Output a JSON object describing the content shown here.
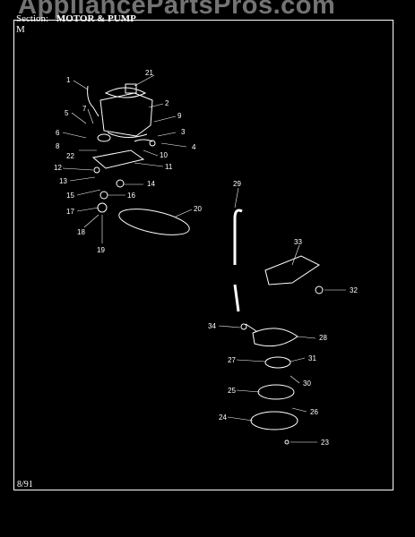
{
  "header": {
    "section_label": "Section:",
    "section_value": "MOTOR & PUMP",
    "model_label": "M",
    "model_value": ""
  },
  "watermark": "AppliancePartsPros.com",
  "date": "8/91",
  "callouts": [
    "1",
    "2",
    "3",
    "4",
    "5",
    "6",
    "7",
    "8",
    "9",
    "10",
    "11",
    "12",
    "13",
    "14",
    "15",
    "16",
    "17",
    "18",
    "19",
    "20",
    "21",
    "22",
    "23",
    "24",
    "25",
    "26",
    "27",
    "28",
    "29",
    "30",
    "31",
    "32",
    "33",
    "34"
  ]
}
